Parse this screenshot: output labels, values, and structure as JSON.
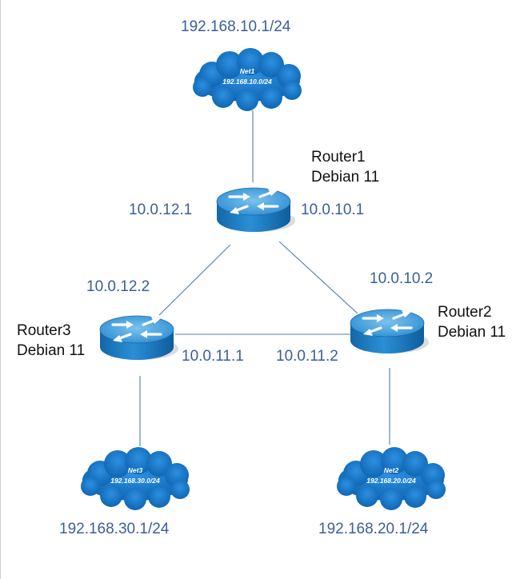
{
  "colors": {
    "link": "#5a79b0",
    "ip_text": "#3a5f9a",
    "router_fill": "#1e7fc4",
    "router_top": "#4fa6e0",
    "cloud_fill": "#0a6fc0"
  },
  "networks": {
    "net1": {
      "name": "Net1",
      "cidr": "192.168.10.0/24",
      "gateway": "192.168.10.1/24"
    },
    "net2": {
      "name": "Net2",
      "cidr": "192.168.20.0/24",
      "gateway": "192.168.20.1/24"
    },
    "net3": {
      "name": "Net3",
      "cidr": "192.168.30.0/24",
      "gateway": "192.168.30.1/24"
    }
  },
  "routers": {
    "router1": {
      "name": "Router1",
      "os": "Debian 11",
      "icon": "router-icon"
    },
    "router2": {
      "name": "Router2",
      "os": "Debian 11",
      "icon": "router-icon"
    },
    "router3": {
      "name": "Router3",
      "os": "Debian 11",
      "icon": "router-icon"
    }
  },
  "interfaces": {
    "r1_to_r3": "10.0.12.1",
    "r1_to_r2": "10.0.10.1",
    "r3_to_r1": "10.0.12.2",
    "r2_to_r1": "10.0.10.2",
    "r3_to_r2": "10.0.11.1",
    "r2_to_r3": "10.0.11.2"
  }
}
